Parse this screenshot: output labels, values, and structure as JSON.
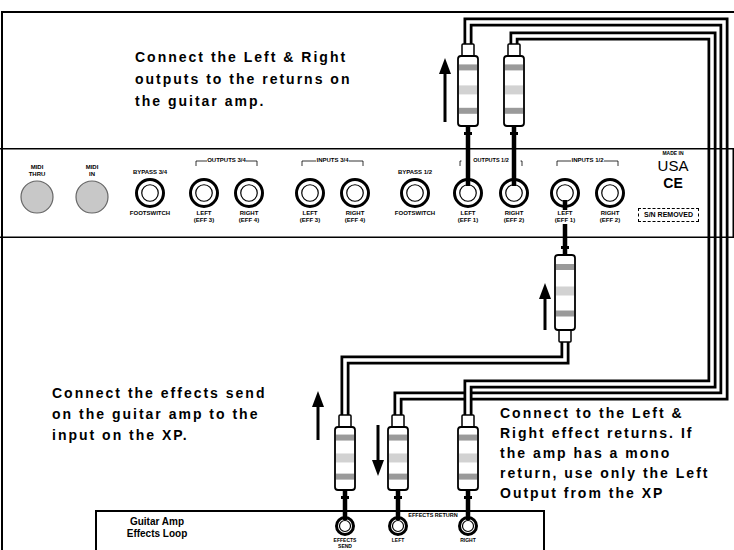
{
  "diagram": {
    "nodes": [
      {
        "text": [
          "MADE IN",
          "USA",
          "CE"
        ]
      },
      {
        "text": [
          "MIDI THRU"
        ],
        "in": 0
      },
      {
        "text": [
          "MIDI IN"
        ],
        "in": 0
      },
      {
        "text": [
          "BYPASS 3/4",
          "FOOTSWITCH"
        ],
        "in": 0
      },
      {
        "text": [
          "LEFT (EFF 3)"
        ],
        "in": 0
      },
      {
        "text": [
          "RIGHT (EFF 4)"
        ],
        "in": 0
      },
      {
        "text": [
          "LEFT (EFF 3)"
        ],
        "in": 0
      },
      {
        "text": [
          "RIGHT (EFF 4)"
        ],
        "in": 0
      },
      {
        "text": [
          "BYPASS 1/2",
          "FOOTSWITCH"
        ],
        "in": 0
      },
      {
        "text": [
          "LEFT (EFF 1)"
        ],
        "in": 0
      },
      {
        "text": [
          "RIGHT (EFF 2)"
        ],
        "in": 0
      },
      {
        "text": [
          "LEFT (EFF 1)"
        ],
        "in": 0
      },
      {
        "text": [
          "RIGHT (EFF 2)"
        ],
        "in": 0
      },
      {
        "text": [
          "S/N REMOVED"
        ],
        "in": 0
      },
      {
        "text": [
          "Guitar Amp Effects Loop"
        ]
      },
      {
        "text": [
          "EFFECTS SEND"
        ],
        "in": 14
      },
      {
        "text": [
          "LEFT"
        ],
        "in": 14
      },
      {
        "text": [
          "RIGHT"
        ],
        "in": 14
      }
    ],
    "edges": [
      {
        "from": 9,
        "to": 16,
        "arrow": "none"
      },
      {
        "from": 10,
        "to": 17,
        "arrow": "none"
      },
      {
        "from": 15,
        "to": 11,
        "arrow": "none"
      }
    ],
    "labels": [
      "OUTPUTS 3/4",
      "INPUTS 3/4",
      "OUTPUTS 1/2",
      "INPUTS 1/2",
      "EFFECTS RETURN",
      "Connect the Left & Right outputs to the returns on the guitar amp.",
      "Connect the effects send on the guitar amp to the input on the XP.",
      "Connect to the Left & Right effect returns. If the amp has a mono return, use only the Left Output from the XP"
    ]
  }
}
